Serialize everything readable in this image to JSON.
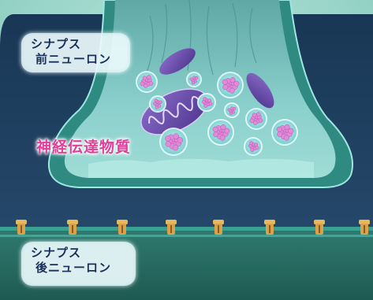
{
  "labels": {
    "presynaptic_line1": "シナプス",
    "presynaptic_line2": "前ニューロン",
    "neurotransmitter": "神経伝達物質",
    "postsynaptic_line1": "シナプス",
    "postsynaptic_line2": "後ニューロン"
  },
  "colors": {
    "background_light": "#8fd0c4",
    "synaptic_cleft": "#1f4266",
    "membrane": "#2f8a82",
    "terminal_interior": "#7fc8c6",
    "mitochondria": "#6a4aa8",
    "vesicle_content": "#e08ad8",
    "receptor": "#d9a24a",
    "post_neuron": "#27685f"
  },
  "icons": [
    "vesicle-icon",
    "mitochondrion-icon",
    "receptor-icon"
  ]
}
